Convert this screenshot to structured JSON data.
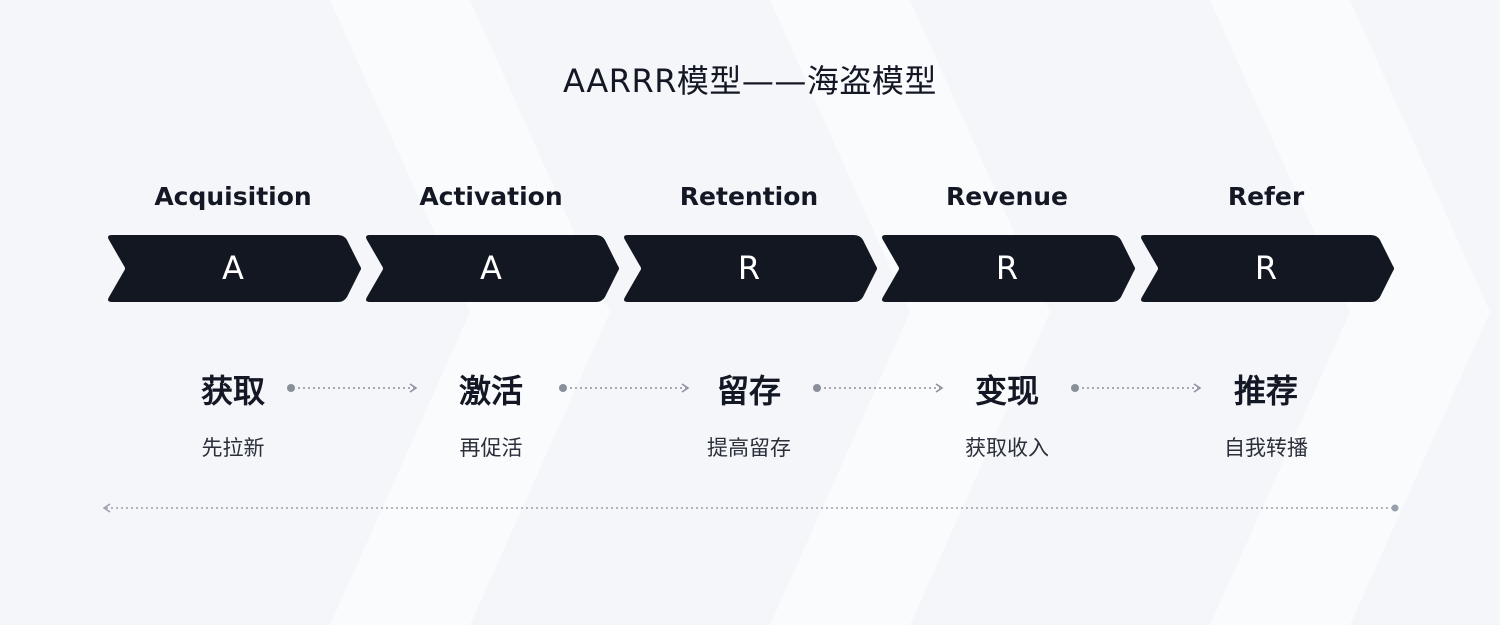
{
  "title": "AARRR模型——海盗模型",
  "stages": [
    {
      "name": "Acquisition",
      "letter": "A",
      "cn": "获取",
      "sub": "先拉新"
    },
    {
      "name": "Activation",
      "letter": "A",
      "cn": "激活",
      "sub": "再促活"
    },
    {
      "name": "Retention",
      "letter": "R",
      "cn": "留存",
      "sub": "提高留存"
    },
    {
      "name": "Revenue",
      "letter": "R",
      "cn": "变现",
      "sub": "获取收入"
    },
    {
      "name": "Refer",
      "letter": "R",
      "cn": "推荐",
      "sub": "自我转播"
    }
  ],
  "colors": {
    "chevron": "#131722",
    "text": "#141824",
    "connector": "#8a8f9a",
    "background": "#f4f6fa"
  }
}
